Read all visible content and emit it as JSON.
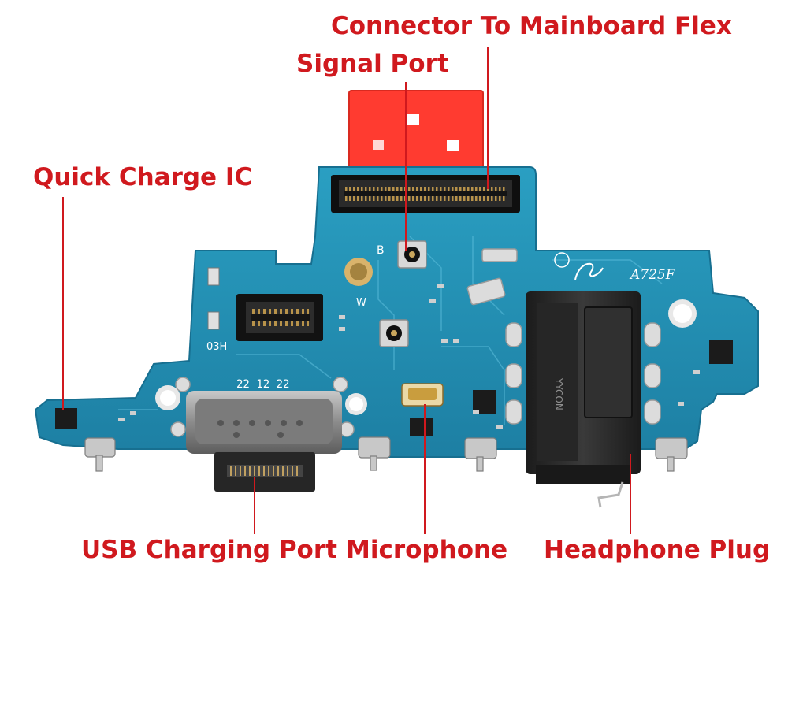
{
  "labels": {
    "connector": "Connector To Mainboard Flex",
    "signal_port": "Signal Port",
    "quick_charge": "Quick Charge IC",
    "usb": "USB Charging Port",
    "microphone": "Microphone",
    "headphone": "Headphone Plug"
  },
  "board": {
    "model_text": "A725F",
    "date_code": "22 12 22",
    "code_03h": "03H",
    "mark_b": "B",
    "mark_w": "W",
    "jack_brand": "YYCON"
  },
  "colors": {
    "label_red": "#d0191e",
    "pcb_teal": "#1e8fb0",
    "flex_red": "#ff3b30"
  }
}
